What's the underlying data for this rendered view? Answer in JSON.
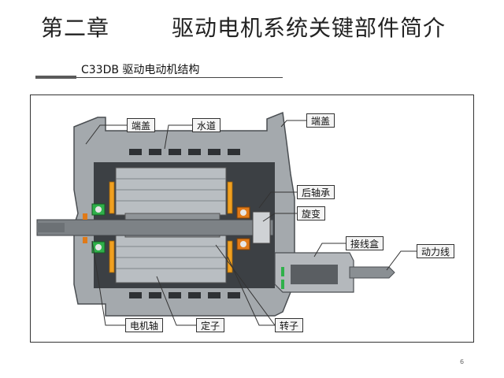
{
  "slide": {
    "chapter": "第二章",
    "heading": "驱动电机系统关键部件简介",
    "subtitle": "C33DB 驱动电动机结构",
    "page_number": "6"
  },
  "diagram": {
    "labels": {
      "end_cover_left": "端盖",
      "water_channel": "水道",
      "end_cover_right": "端盖",
      "rear_bearing": "后轴承",
      "resolver": "旋变",
      "junction_box": "接线盒",
      "power_line": "动力线",
      "motor_shaft": "电机轴",
      "stator": "定子",
      "rotor": "转子"
    },
    "colors": {
      "housing": "#9aa0a6",
      "housing_dark": "#5f6468",
      "cavity": "#3c4044",
      "shaft": "#7d8286",
      "winding": "#f0a020",
      "bearing_green": "#2fb04a",
      "bearing_orange": "#e07a18"
    }
  }
}
